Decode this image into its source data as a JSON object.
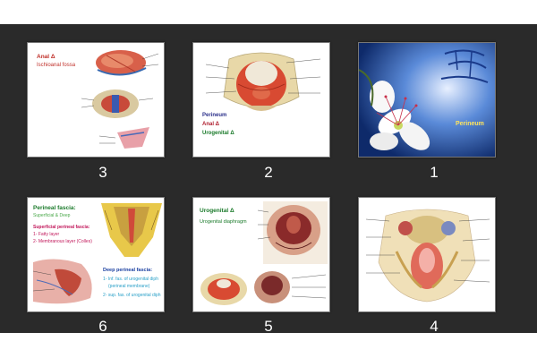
{
  "slides": [
    {
      "number": "3",
      "title": "Anal Δ",
      "lines": [
        "Ischioanal fossa"
      ],
      "colors": {
        "title": "#c0302a",
        "line": "#c0302a"
      }
    },
    {
      "number": "2",
      "title": "",
      "lines": [
        "Perineum",
        "Anal Δ",
        "Urogenital Δ"
      ],
      "colors": {
        "l0": "#2a2f8a",
        "l1": "#b02030",
        "l2": "#1a7a2a"
      }
    },
    {
      "number": "1",
      "title": "",
      "lines": [
        "Perineum"
      ],
      "colors": {
        "bg": "#1b4fa0",
        "line": "#ffe45c"
      }
    },
    {
      "number": "6",
      "title": "Perineal fascia:",
      "lines": [
        "Superficial & Deep",
        "Superficial perineal fascia:",
        "1- Fatty layer",
        "2- Membranous layer (Colles)",
        "Deep perineal fascia:",
        "1- Inf. fas. of urogenital diph",
        "(perineal membrane)",
        "2- sup. fas. of urogenital diph"
      ],
      "colors": {
        "title": "#1a7a2a",
        "sub": "#4aa84a",
        "head2": "#c2185b",
        "items2": "#c2185b",
        "head3": "#1a3fa0",
        "items3": "#2aa0c8"
      }
    },
    {
      "number": "5",
      "title": "Urogenital Δ",
      "lines": [
        "Urogenital diaphragm"
      ],
      "colors": {
        "title": "#1a7a2a",
        "line": "#1a7a2a"
      }
    },
    {
      "number": "4",
      "title": "",
      "lines": [],
      "colors": {}
    }
  ]
}
